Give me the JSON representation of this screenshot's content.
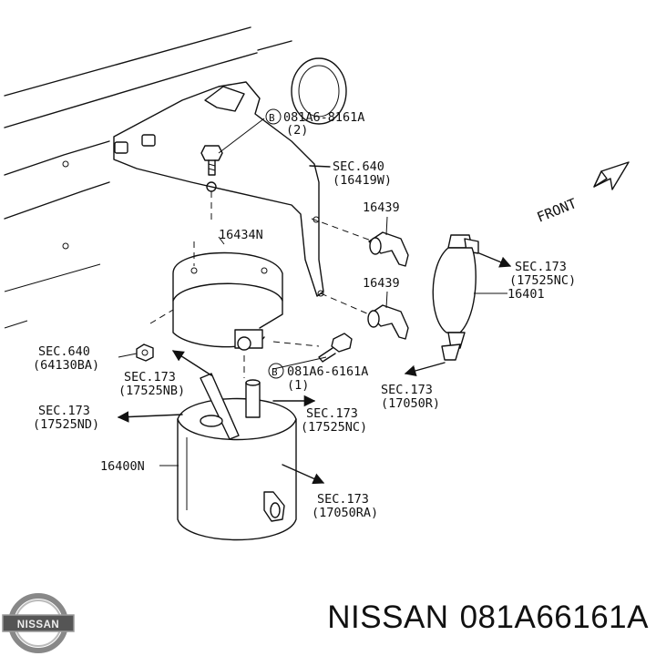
{
  "labels": {
    "bolt_top": "081A6-8161A",
    "bolt_top_qty": "(2)",
    "sec640_top": "SEC.640",
    "sec640_top_ref": "(16419W)",
    "clip_a": "16439",
    "clip_b": "16439",
    "bracket": "16434N",
    "front": "FRONT",
    "sec173_nc_r": "SEC.173",
    "sec173_nc_r_ref": "(17525NC)",
    "bulb": "16401",
    "sec640_nut": "SEC.640",
    "sec640_nut_ref": "(64130BA)",
    "sec173_nb": "SEC.173",
    "sec173_nb_ref": "(17525NB)",
    "bolt_mid": "081A6-6161A",
    "bolt_mid_qty": "(1)",
    "sec173_r": "SEC.173",
    "sec173_r_ref": "(17050R)",
    "sec173_nd": "SEC.173",
    "sec173_nd_ref": "(17525ND)",
    "sec173_nc": "SEC.173",
    "sec173_nc_ref": "(17525NC)",
    "filter": "16400N",
    "sec173_ra": "SEC.173",
    "sec173_ra_ref": "(17050RA)",
    "bolt_marker": "B"
  },
  "logo": {
    "text": "NISSAN"
  },
  "part_number": {
    "brand": "NISSAN",
    "number": "081A66161A"
  }
}
